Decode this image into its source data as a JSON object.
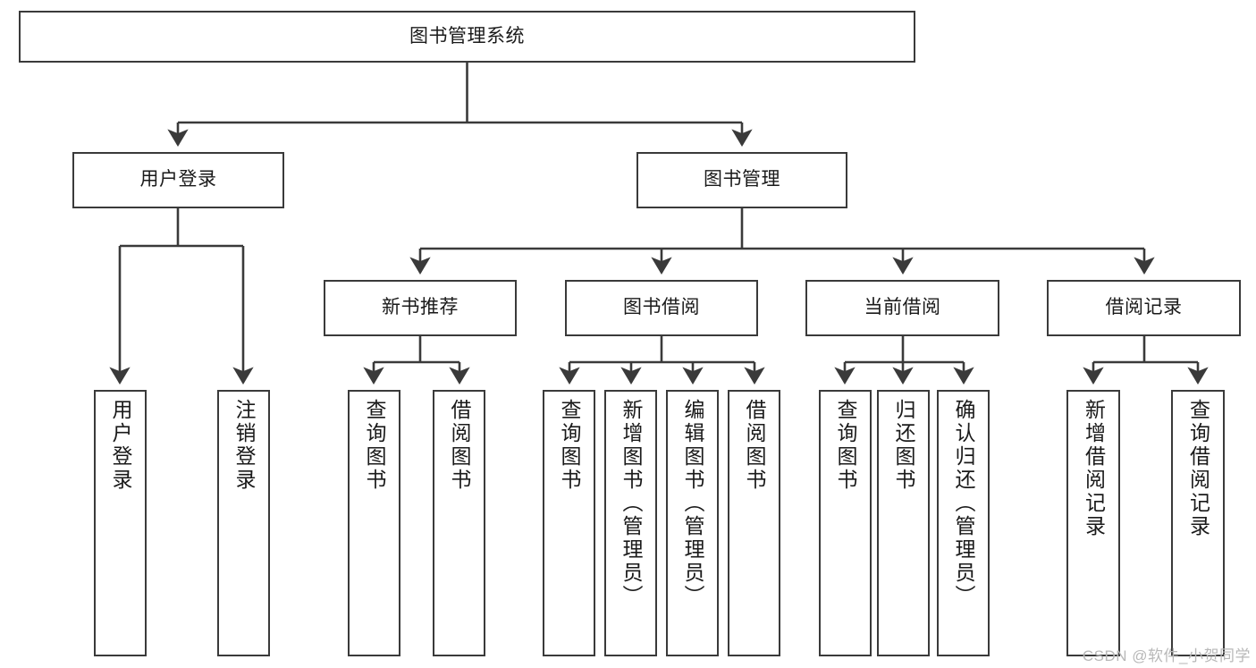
{
  "diagram": {
    "type": "tree-hierarchy",
    "title": "图书管理系统",
    "watermark": "CSDN @软件_小贺同学",
    "colors": {
      "border": "#3a3a3a",
      "fill": "#ffffff",
      "text": "#1a1a1a",
      "watermark": "#b8b8b8"
    },
    "levels": {
      "level1": {
        "label": "图书管理系统"
      },
      "level2": [
        {
          "label": "用户登录"
        },
        {
          "label": "图书管理"
        }
      ],
      "level3": [
        {
          "label": "新书推荐"
        },
        {
          "label": "图书借阅"
        },
        {
          "label": "当前借阅"
        },
        {
          "label": "借阅记录"
        }
      ],
      "level4": {
        "user_login": [
          {
            "label": "用户登录"
          },
          {
            "label": "注销登录"
          }
        ],
        "new_books": [
          {
            "label": "查询图书"
          },
          {
            "label": "借阅图书"
          }
        ],
        "book_borrow": [
          {
            "label": "查询图书"
          },
          {
            "label": "新增图书（管理员）"
          },
          {
            "label": "编辑图书（管理员）"
          },
          {
            "label": "借阅图书"
          }
        ],
        "current_borrow": [
          {
            "label": "查询图书"
          },
          {
            "label": "归还图书"
          },
          {
            "label": "确认归还（管理员）"
          }
        ],
        "borrow_records": [
          {
            "label": "新增借阅记录"
          },
          {
            "label": "查询借阅记录"
          }
        ]
      }
    }
  }
}
